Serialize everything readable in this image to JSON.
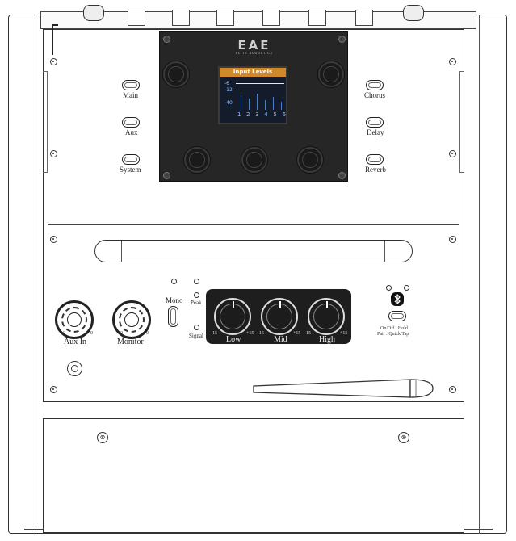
{
  "brand": {
    "logo_text": "EAE",
    "tagline": "ELITE ACOUSTICS"
  },
  "display": {
    "title": "Input Levels",
    "levels": [
      "-6",
      "-12",
      "-40"
    ],
    "channels": [
      "1",
      "2",
      "3",
      "4",
      "5",
      "6"
    ]
  },
  "left_buttons": [
    {
      "label": "Main"
    },
    {
      "label": "Aux"
    },
    {
      "label": "System"
    }
  ],
  "right_buttons": [
    {
      "label": "Chorus"
    },
    {
      "label": "Delay"
    },
    {
      "label": "Reverb"
    }
  ],
  "inputs": {
    "aux_in": {
      "label": "Aux In",
      "min": "10",
      "max": "0"
    },
    "monitor": {
      "label": "Monitor",
      "min": "10",
      "max": "0"
    }
  },
  "switches": {
    "mono": "Mono",
    "peak": "Peak",
    "signal": "Signal"
  },
  "eq": {
    "low": {
      "label": "Low",
      "min": "-15",
      "max": "+15"
    },
    "mid": {
      "label": "Mid",
      "min": "-15",
      "max": "+15"
    },
    "high": {
      "label": "High",
      "min": "-15",
      "max": "+15"
    }
  },
  "bluetooth": {
    "hint_line1": "On/Off : Hold",
    "hint_line2": "Pair : Quick Tap"
  }
}
